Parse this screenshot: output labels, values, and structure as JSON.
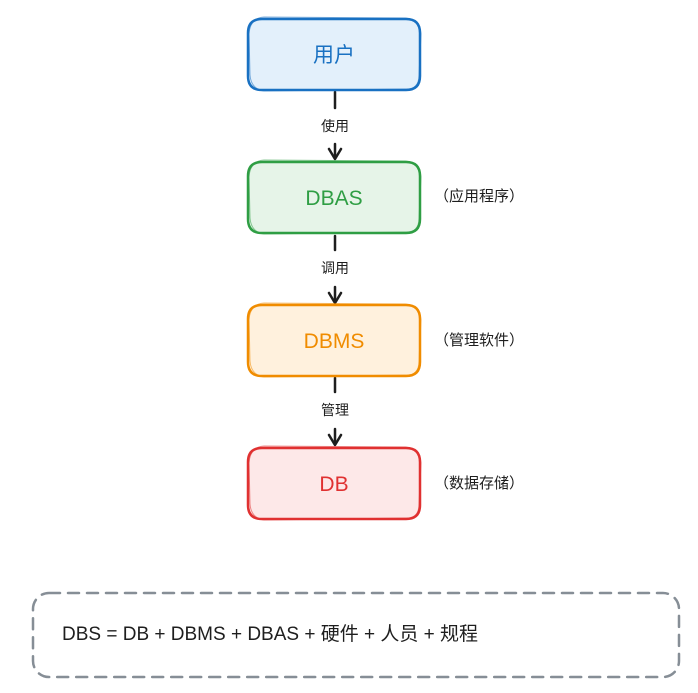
{
  "nodes": [
    {
      "id": "user",
      "label": "用户",
      "stroke": "#1971c2",
      "fill": "#e3f0fb",
      "text_color": "#1971c2"
    },
    {
      "id": "dbas",
      "label": "DBAS",
      "stroke": "#2f9e44",
      "fill": "#e6f4e8",
      "text_color": "#2f9e44",
      "note": "（应用程序）"
    },
    {
      "id": "dbms",
      "label": "DBMS",
      "stroke": "#f08c00",
      "fill": "#fff1dd",
      "text_color": "#f08c00",
      "note": "（管理软件）"
    },
    {
      "id": "db",
      "label": "DB",
      "stroke": "#e03131",
      "fill": "#fde8e8",
      "text_color": "#e03131",
      "note": "（数据存储）"
    }
  ],
  "edges": [
    {
      "from": "user",
      "to": "dbas",
      "label": "使用"
    },
    {
      "from": "dbas",
      "to": "dbms",
      "label": "调用"
    },
    {
      "from": "dbms",
      "to": "db",
      "label": "管理"
    }
  ],
  "formula": "DBS = DB + DBMS + DBAS + 硬件 + 人员 + 规程",
  "colors": {
    "edge": "#1e1e1e",
    "formula_border": "#868e96"
  }
}
